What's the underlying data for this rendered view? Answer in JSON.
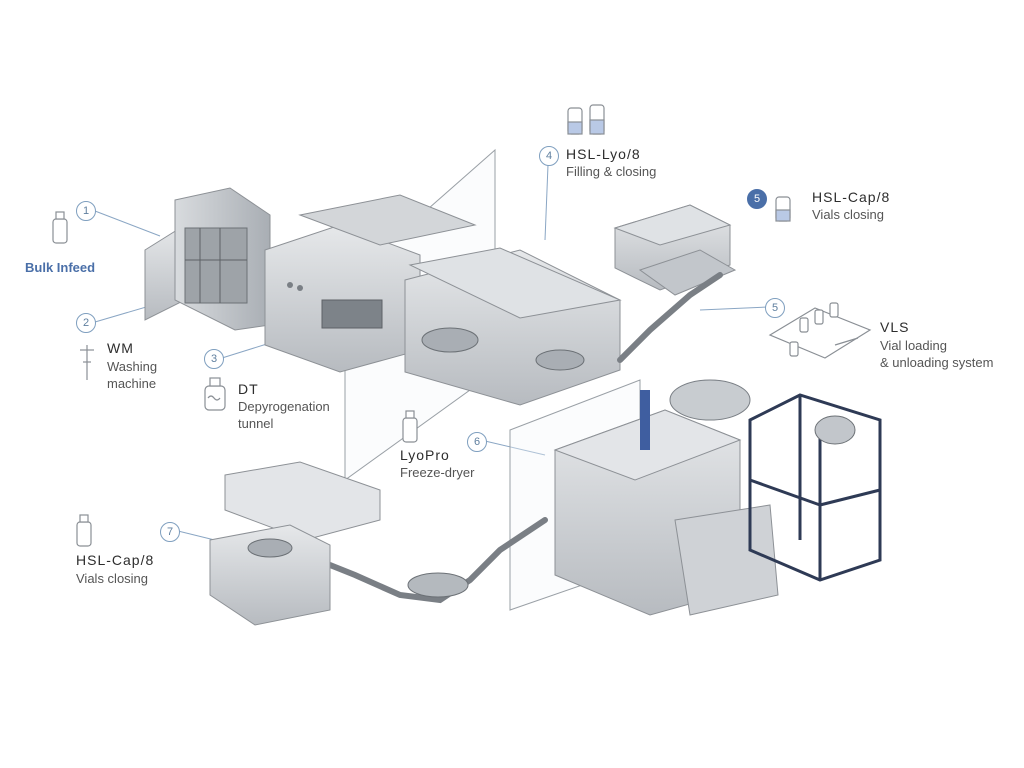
{
  "colors": {
    "accent": "#4a6fa8",
    "line": "#8aa6c4",
    "machine": "#c9ccd0",
    "frame": "#2e3a55"
  },
  "stations": [
    {
      "number": "1",
      "name": "",
      "desc": "",
      "extra": "Bulk Infeed"
    },
    {
      "number": "2",
      "name": "WM",
      "desc1": "Washing",
      "desc2": "machine"
    },
    {
      "number": "3",
      "name": "DT",
      "desc1": "Depyrogenation",
      "desc2": "tunnel"
    },
    {
      "number": "4",
      "name": "HSL-Lyo/8",
      "desc1": "Filling & closing"
    },
    {
      "number": "5",
      "name": "HSL-Cap/8",
      "desc1": "Vials closing"
    },
    {
      "number": "5",
      "name": "VLS",
      "desc1": "Vial loading",
      "desc2": "& unloading system"
    },
    {
      "number": "6",
      "name": "LyoPro",
      "desc1": "Freeze-dryer"
    },
    {
      "number": "7",
      "name": "HSL-Cap/8",
      "desc1": "Vials closing"
    }
  ]
}
